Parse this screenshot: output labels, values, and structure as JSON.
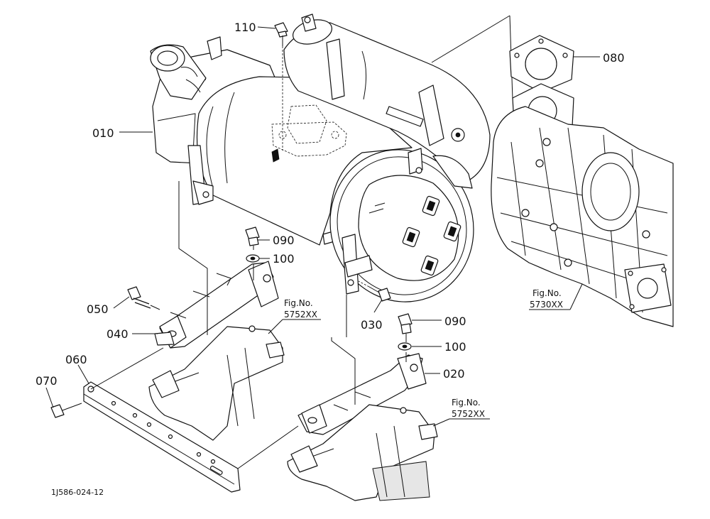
{
  "diagram": {
    "callouts": [
      {
        "id": "c110",
        "number": "110"
      },
      {
        "id": "c080",
        "number": "080"
      },
      {
        "id": "c010",
        "number": "010"
      },
      {
        "id": "c090a",
        "number": "090"
      },
      {
        "id": "c100a",
        "number": "100"
      },
      {
        "id": "c050",
        "number": "050"
      },
      {
        "id": "c040",
        "number": "040"
      },
      {
        "id": "c030",
        "number": "030"
      },
      {
        "id": "c090b",
        "number": "090"
      },
      {
        "id": "c100b",
        "number": "100"
      },
      {
        "id": "c020",
        "number": "020"
      },
      {
        "id": "c060",
        "number": "060"
      },
      {
        "id": "c070",
        "number": "070"
      }
    ],
    "figure_refs": [
      {
        "id": "f1",
        "label": "Fig.No.",
        "number": "5752XX"
      },
      {
        "id": "f2",
        "label": "Fig.No.",
        "number": "5730XX"
      },
      {
        "id": "f3",
        "label": "Fig.No.",
        "number": "5752XX"
      }
    ],
    "drawing_code": "1J586-024-12"
  }
}
